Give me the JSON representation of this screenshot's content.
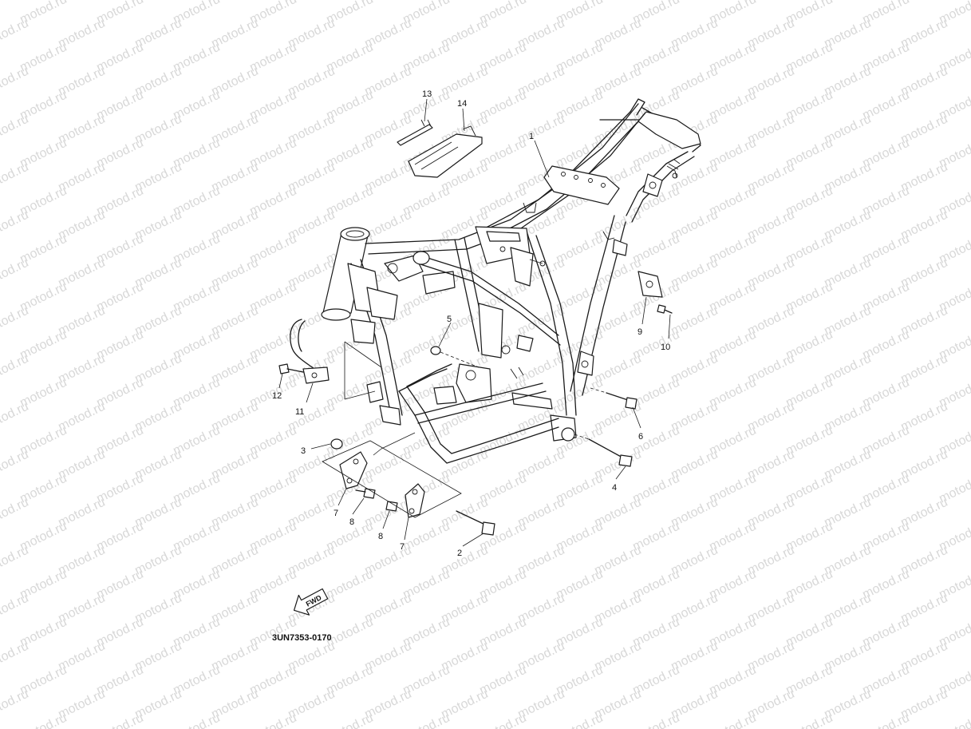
{
  "diagram": {
    "watermark_text": "motod.ru",
    "drawing_code": "3UN7353-0170",
    "fwd_label": "FWD",
    "callouts": [
      {
        "id": "c1",
        "label": "1"
      },
      {
        "id": "c2",
        "label": "2"
      },
      {
        "id": "c3",
        "label": "3"
      },
      {
        "id": "c4",
        "label": "4"
      },
      {
        "id": "c5",
        "label": "5"
      },
      {
        "id": "c6",
        "label": "6"
      },
      {
        "id": "c7a",
        "label": "7"
      },
      {
        "id": "c7b",
        "label": "7"
      },
      {
        "id": "c8a",
        "label": "8"
      },
      {
        "id": "c8b",
        "label": "8"
      },
      {
        "id": "c9",
        "label": "9"
      },
      {
        "id": "c10",
        "label": "10"
      },
      {
        "id": "c11",
        "label": "11"
      },
      {
        "id": "c12",
        "label": "12"
      },
      {
        "id": "c13",
        "label": "13"
      },
      {
        "id": "c14",
        "label": "14"
      }
    ],
    "colors": {
      "line": "#1a1a1a",
      "watermark": "#d8d8d8",
      "background": "#ffffff"
    }
  }
}
